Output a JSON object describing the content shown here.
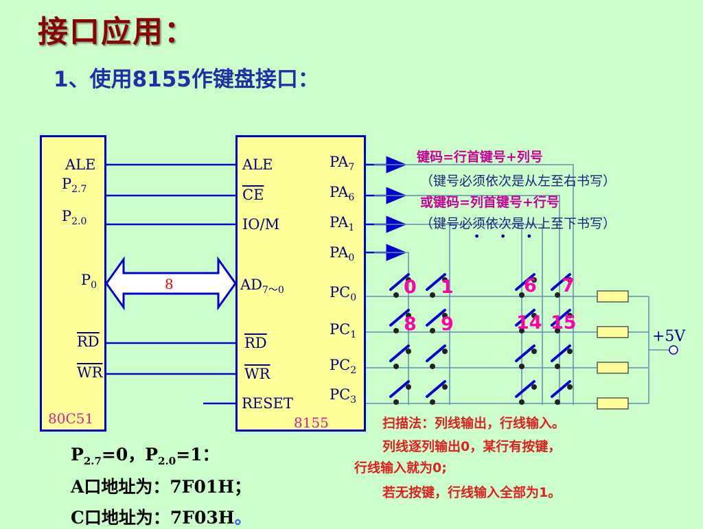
{
  "title": "接口应用：",
  "subtitle_num": "1",
  "subtitle_rest": "、使用",
  "subtitle_chip": "8155",
  "subtitle_tail": "作键盘接口：",
  "mcu": {
    "name": "80C51",
    "ale": "ALE",
    "p27_base": "P",
    "p27_sub": "2.7",
    "p20_base": "P",
    "p20_sub": "2.0",
    "p0_base": "P",
    "p0_sub": "0",
    "rd": "RD",
    "wr": "WR"
  },
  "bus_width": "8",
  "io_chip": {
    "name": "8155",
    "ale": "ALE",
    "ce": "CE",
    "io_prefix": "IO/",
    "io_m": "M",
    "ad_base": "AD",
    "ad_sub": "7～0",
    "rd": "RD",
    "wr": "WR",
    "reset": "RESET",
    "pa7_base": "PA",
    "pa7_sub": "7",
    "pa6_base": "PA",
    "pa6_sub": "6",
    "pa1_base": "PA",
    "pa1_sub": "1",
    "pa0_base": "PA",
    "pa0_sub": "0",
    "pc0_base": "PC",
    "pc0_sub": "0",
    "pc1_base": "PC",
    "pc1_sub": "1",
    "pc2_base": "PC",
    "pc2_sub": "2",
    "pc3_base": "PC",
    "pc3_sub": "3"
  },
  "keys": {
    "k0": "0",
    "k1": "1",
    "k6": "6",
    "k7": "7",
    "k8": "8",
    "k9": "9",
    "k14": "14",
    "k15": "15"
  },
  "notes": {
    "code_row": "键码=行首键号+列号",
    "code_row_hint": "（键号必须依次是从左至右书写）",
    "code_col": "或键码=列首键号+行号",
    "code_col_hint": "（键号必须依次是从上至下书写）",
    "ellipsis": "· · ·",
    "scan1": "扫描法：列线输出，行线输入。",
    "scan2": "列线逐列输出0，某行有按键，",
    "scan3": "行线输入就为0;",
    "scan4": "若无按键，行线输入全部为1。"
  },
  "supply": "+5V",
  "address": {
    "line1_a": "P",
    "line1_a_sub": "2.7",
    "line1_b": "=0，P",
    "line1_b_sub": "2.0",
    "line1_c": "=1：",
    "line2": "A口地址为：7F01H；",
    "line3": "C口地址为：7F03H",
    "line3_end": "。"
  },
  "colors": {
    "background": "#ccfecc",
    "chip_fill": "#ffff99",
    "wire": "#0000cc",
    "title": "#8b0000"
  }
}
